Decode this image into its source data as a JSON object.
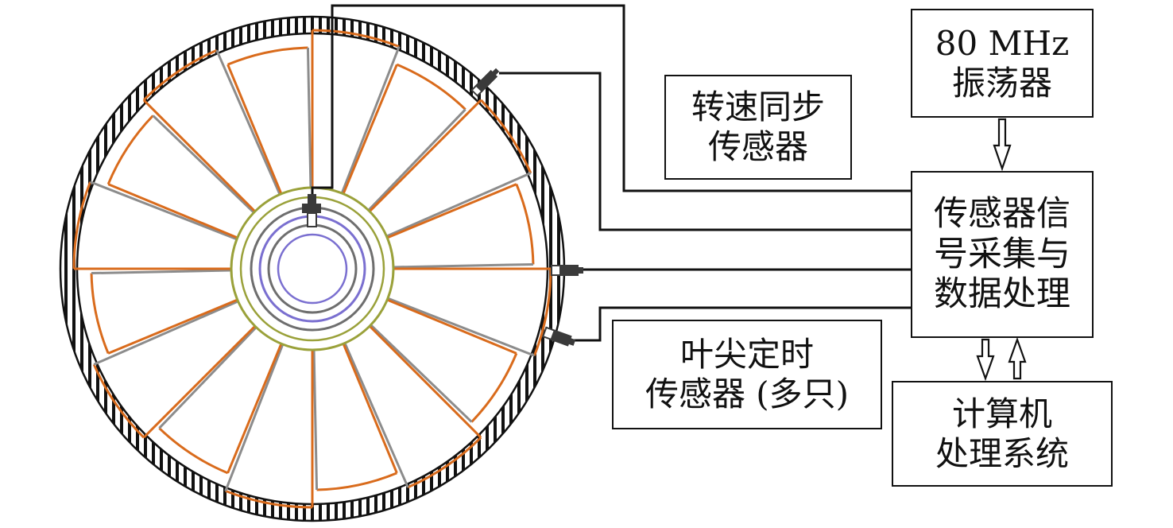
{
  "labels": {
    "speed_sensor": {
      "line1": "转速同步",
      "line2": "传感器"
    },
    "oscillator": {
      "line1": "80 MHz",
      "line2": "振荡器"
    },
    "daq": {
      "line1": "传感器信",
      "line2": "号采集与",
      "line3": "数据处理"
    },
    "tip_timing_sensor": {
      "line1": "叶尖定时",
      "line2": "传感器 (多只)"
    },
    "computer": {
      "line1": "计算机",
      "line2": "处理系统"
    }
  },
  "rotor": {
    "blade_count": 16
  },
  "colors": {
    "line": "#111111",
    "blade_edge": "#d96b1c",
    "blade_spoke": "#8c8c8c",
    "hub_ring_outer": "#9aa13a",
    "hub_ring_inner": "#7a6fd0",
    "sensor": "#3a3a3a"
  }
}
